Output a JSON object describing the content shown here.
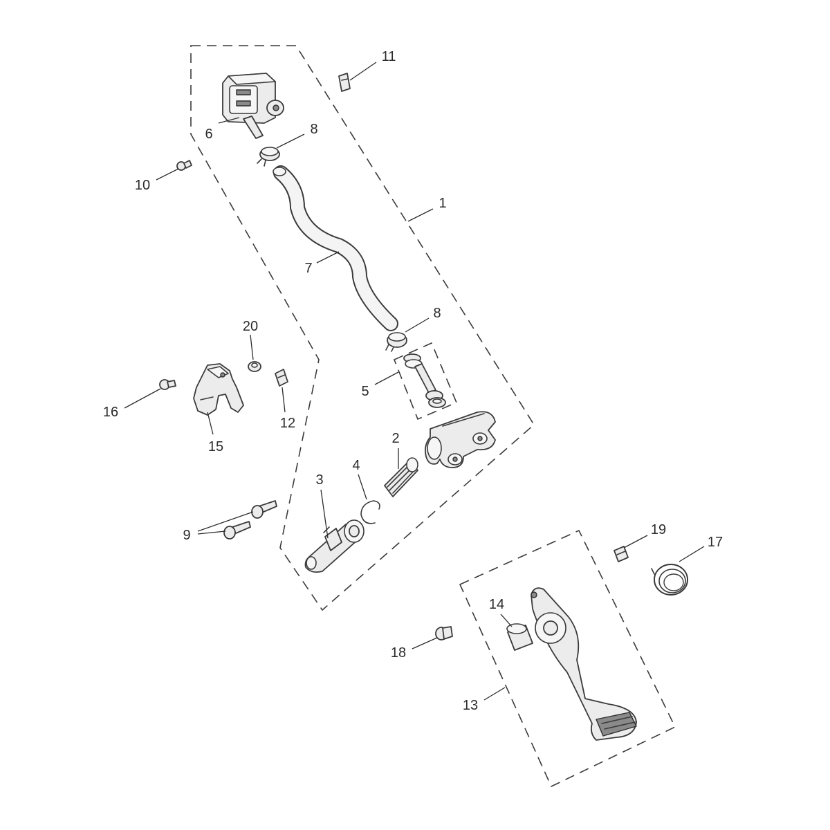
{
  "callouts": {
    "c1": "1",
    "c2": "2",
    "c3": "3",
    "c4": "4",
    "c5": "5",
    "c6": "6",
    "c7": "7",
    "c8a": "8",
    "c8b": "8",
    "c9": "9",
    "c10": "10",
    "c11": "11",
    "c12": "12",
    "c13": "13",
    "c14": "14",
    "c15": "15",
    "c16": "16",
    "c17": "17",
    "c18": "18",
    "c19": "19",
    "c20": "20"
  },
  "colors": {
    "background": "#ffffff",
    "linework": "#3a3a3a",
    "part_fill": "#ececec"
  }
}
